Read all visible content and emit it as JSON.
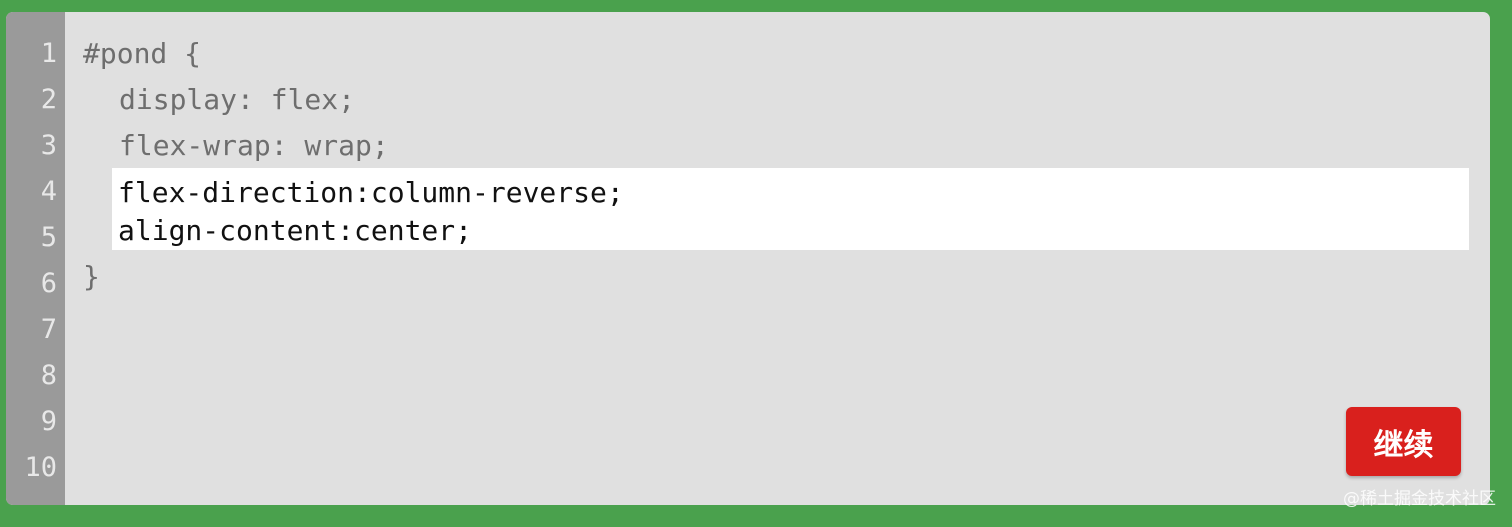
{
  "editor": {
    "line_numbers": [
      "1",
      "2",
      "3",
      "4",
      "5",
      "6",
      "7",
      "8",
      "9",
      "10"
    ],
    "code_before": [
      "#pond {",
      "display: flex;",
      "flex-wrap: wrap;"
    ],
    "input_value": "flex-direction:column-reverse;\nalign-content:center;",
    "code_after": [
      "}"
    ]
  },
  "button": {
    "continue_label": "继续"
  },
  "watermark": {
    "text": "@稀土掘金技术社区"
  },
  "colors": {
    "background": "#4aa14d",
    "editor_bg": "#e0e0e0",
    "gutter_bg": "#9a9a9a",
    "button_bg": "#d9201d"
  }
}
